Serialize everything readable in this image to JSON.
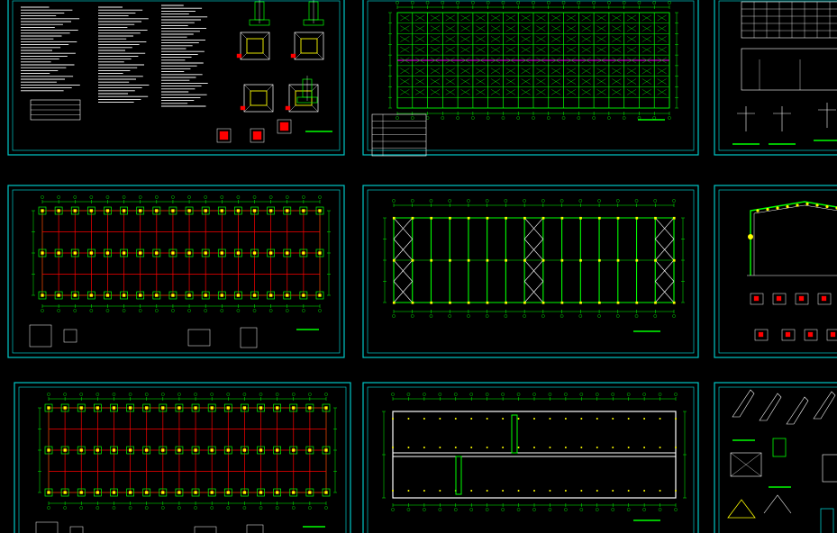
{
  "viewer": {
    "background": "#000000",
    "frame_color": "#00c8c8",
    "line_color": "#00ff00",
    "grid_color": "#ff0000",
    "text_color": "#ffffff",
    "column_color": "#ffff00",
    "marker_color": "#ff00ff",
    "detail_color": "#ff0000"
  },
  "sheets": [
    {
      "id": "sheet-notes-foundation",
      "kind": "notes"
    },
    {
      "id": "sheet-roof-plan",
      "kind": "roof"
    },
    {
      "id": "sheet-details-right-top",
      "kind": "details"
    },
    {
      "id": "sheet-column-layout-1",
      "kind": "columns"
    },
    {
      "id": "sheet-bracing-plan",
      "kind": "bracing"
    },
    {
      "id": "sheet-frame-elevation",
      "kind": "frame"
    },
    {
      "id": "sheet-column-layout-2",
      "kind": "columns"
    },
    {
      "id": "sheet-purlin-plan",
      "kind": "purlin"
    },
    {
      "id": "sheet-details-right-bottom",
      "kind": "details"
    }
  ]
}
